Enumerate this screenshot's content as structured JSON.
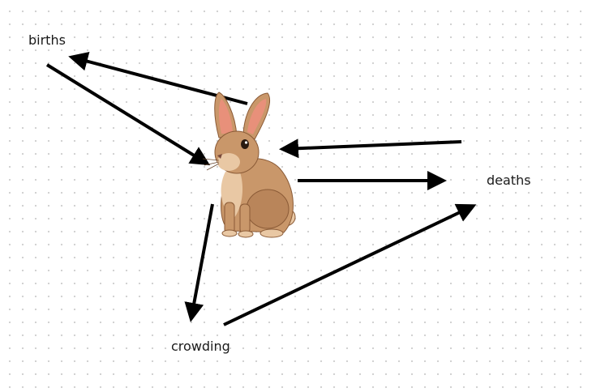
{
  "diagram": {
    "nodes": {
      "births": "births",
      "deaths": "deaths",
      "crowding": "crowding",
      "center": "rabbit-icon"
    },
    "edges": [
      {
        "from": "rabbit",
        "to": "births"
      },
      {
        "from": "births",
        "to": "rabbit"
      },
      {
        "from": "deaths",
        "to": "rabbit"
      },
      {
        "from": "rabbit",
        "to": "deaths"
      },
      {
        "from": "rabbit",
        "to": "crowding"
      },
      {
        "from": "crowding",
        "to": "deaths"
      }
    ],
    "colors": {
      "arrow": "#000000",
      "rabbit_body": "#c9976a",
      "rabbit_light": "#e9c8a4",
      "rabbit_dark": "#8a5a36",
      "ear_inner": "#e8907a"
    }
  }
}
